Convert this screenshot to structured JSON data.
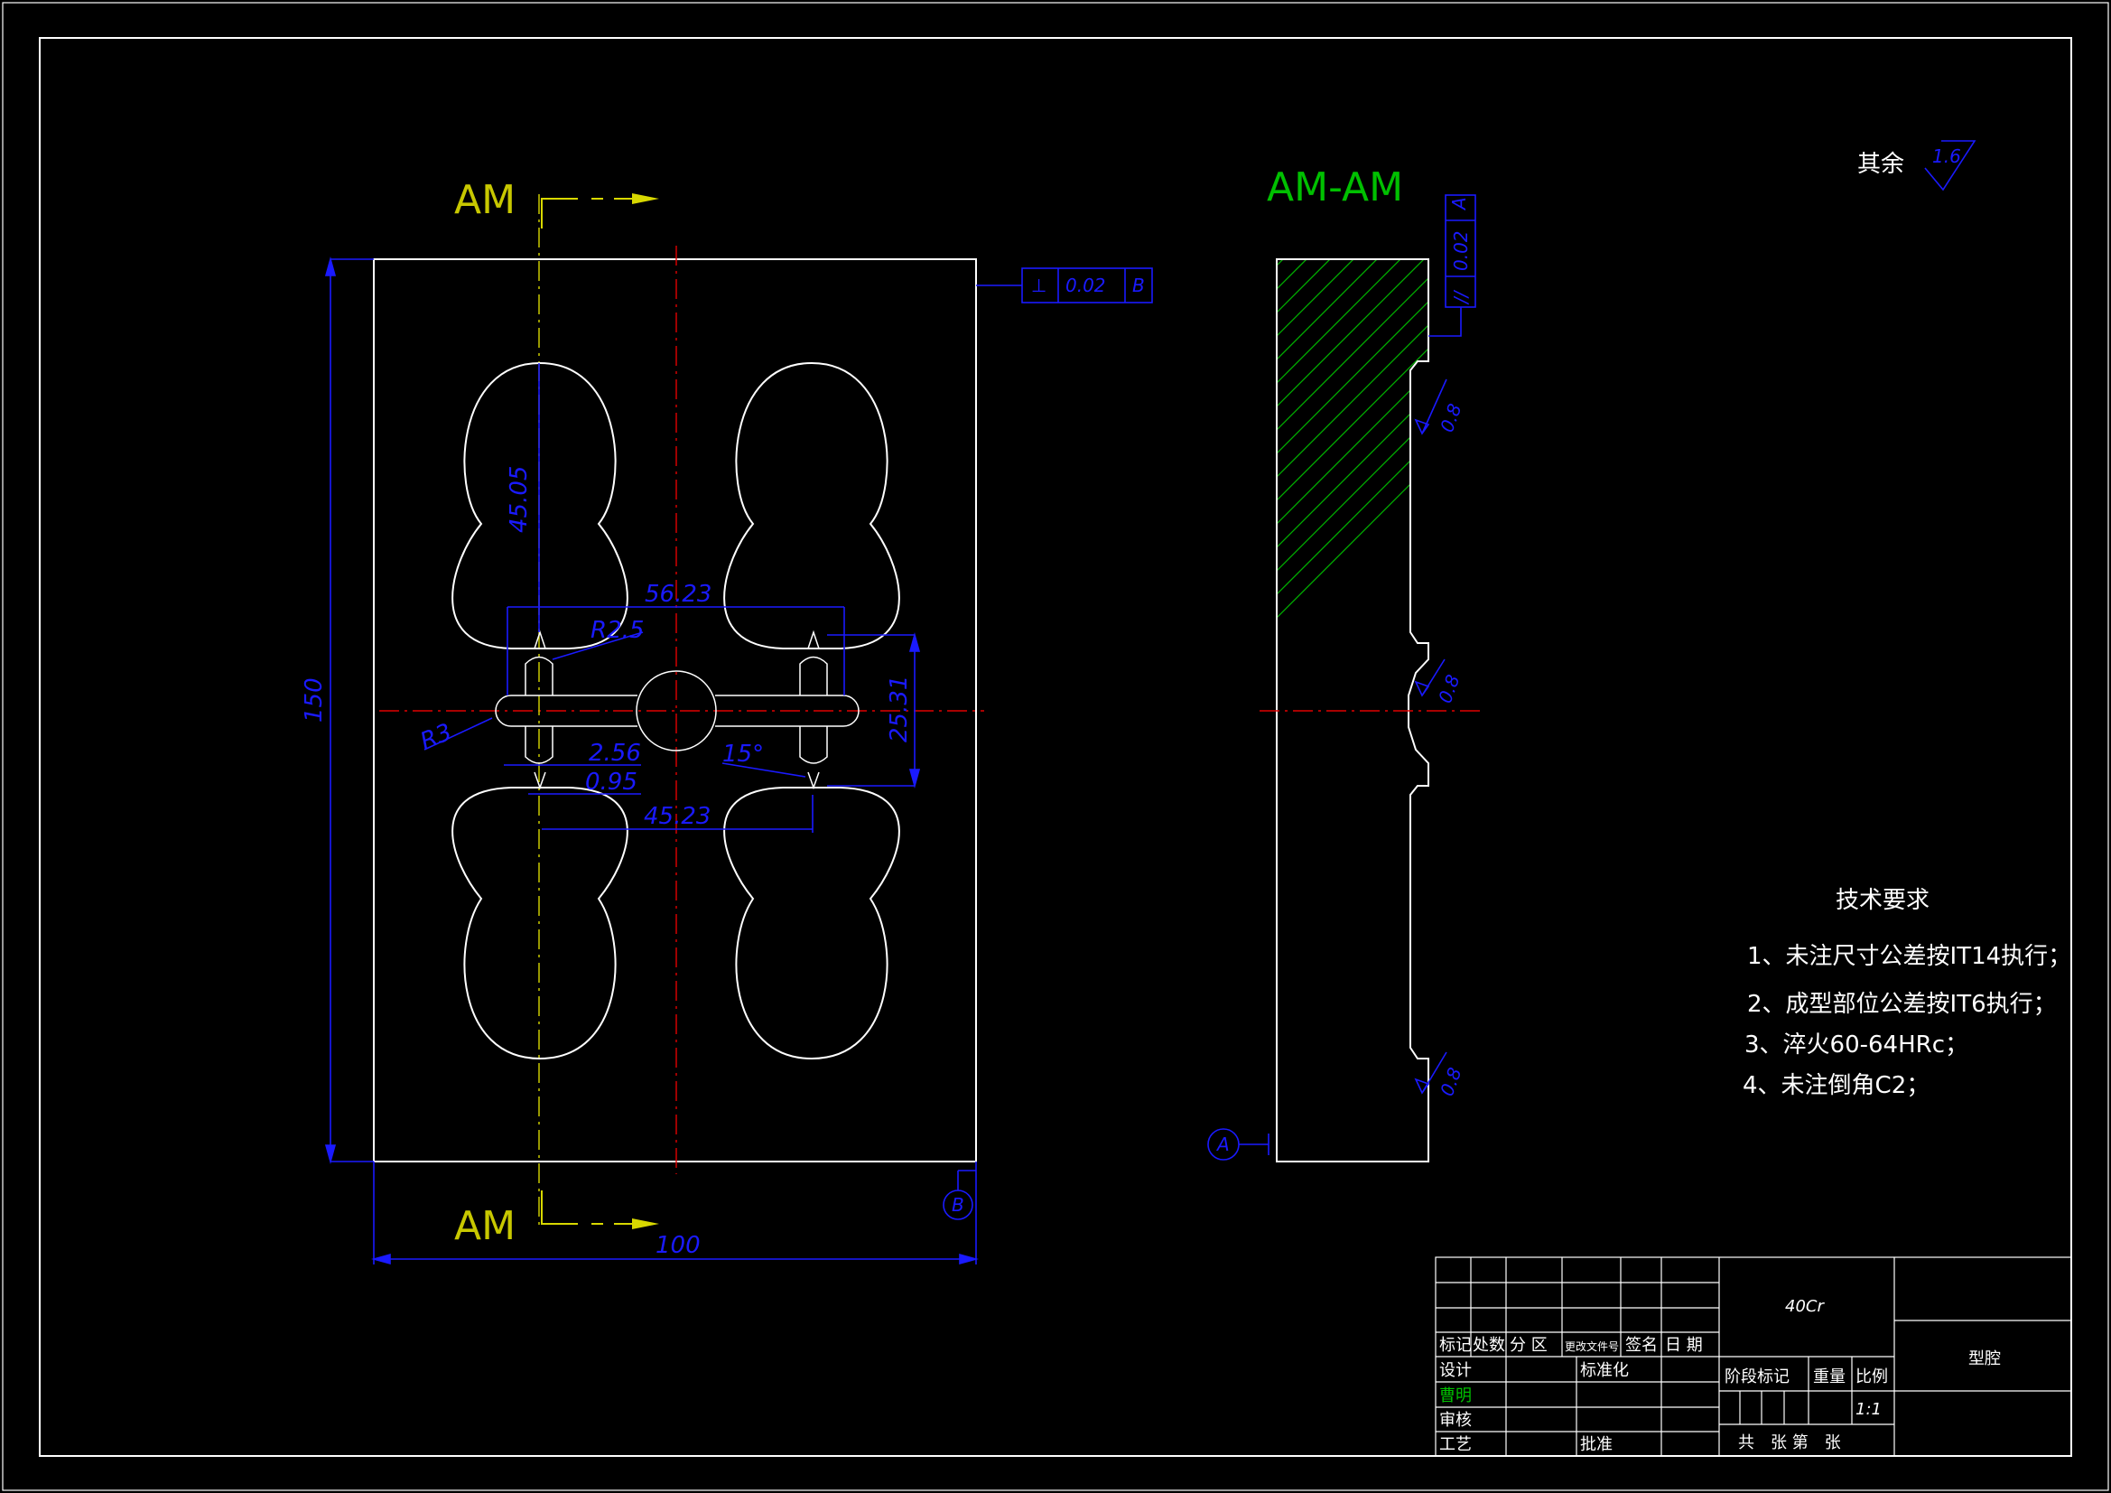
{
  "section_labels": {
    "cut_top": "AM",
    "cut_bottom": "AM",
    "section_view": "AM-AM"
  },
  "dimensions": {
    "height": "150",
    "width": "100",
    "cavity_len": "45.05",
    "span_top": "56.23",
    "span_bottom": "45.23",
    "runner_v": "25.31",
    "r_gate": "R2.5",
    "r_end": "R3",
    "gate_w": "2.56",
    "gate_land": "0.95",
    "angle": "15°"
  },
  "tolerances": {
    "perpendicularity": {
      "symbol": "⊥",
      "value": "0.02",
      "datum": "B"
    },
    "parallelism": {
      "symbol": "//",
      "value": "0.02",
      "datum": "A"
    },
    "datum_left": "A",
    "datum_bottom": "B"
  },
  "roughness": {
    "general_label": "其余",
    "general_value": "1.6",
    "surface_value": "0.8"
  },
  "tech_requirements": {
    "heading": "技术要求",
    "items": [
      "1、未注尺寸公差按IT14执行；",
      "2、成型部位公差按IT6执行；",
      "3、淬火60-64HRc；",
      "4、未注倒角C2；"
    ]
  },
  "title_block": {
    "material": "40Cr",
    "part_name": "型腔",
    "labels": {
      "mark": "标记",
      "count": "处数",
      "zone": "分 区",
      "doc": "更改文件号",
      "sign": "签名",
      "date": "日 期",
      "design": "设计",
      "standard": "标准化",
      "drawn": "曹明",
      "check": "审核",
      "process": "工艺",
      "approve": "批准",
      "stage": "阶段标记",
      "weight": "重量",
      "scale_label": "比例",
      "sheets": "共　张 第　张"
    },
    "scale": "1:1"
  },
  "colors": {
    "background": "#000000",
    "outline": "#ffffff",
    "dimension": "#1a1aff",
    "centerline": "#e00000",
    "section_line": "#d8d800",
    "hatch": "#00b000"
  }
}
